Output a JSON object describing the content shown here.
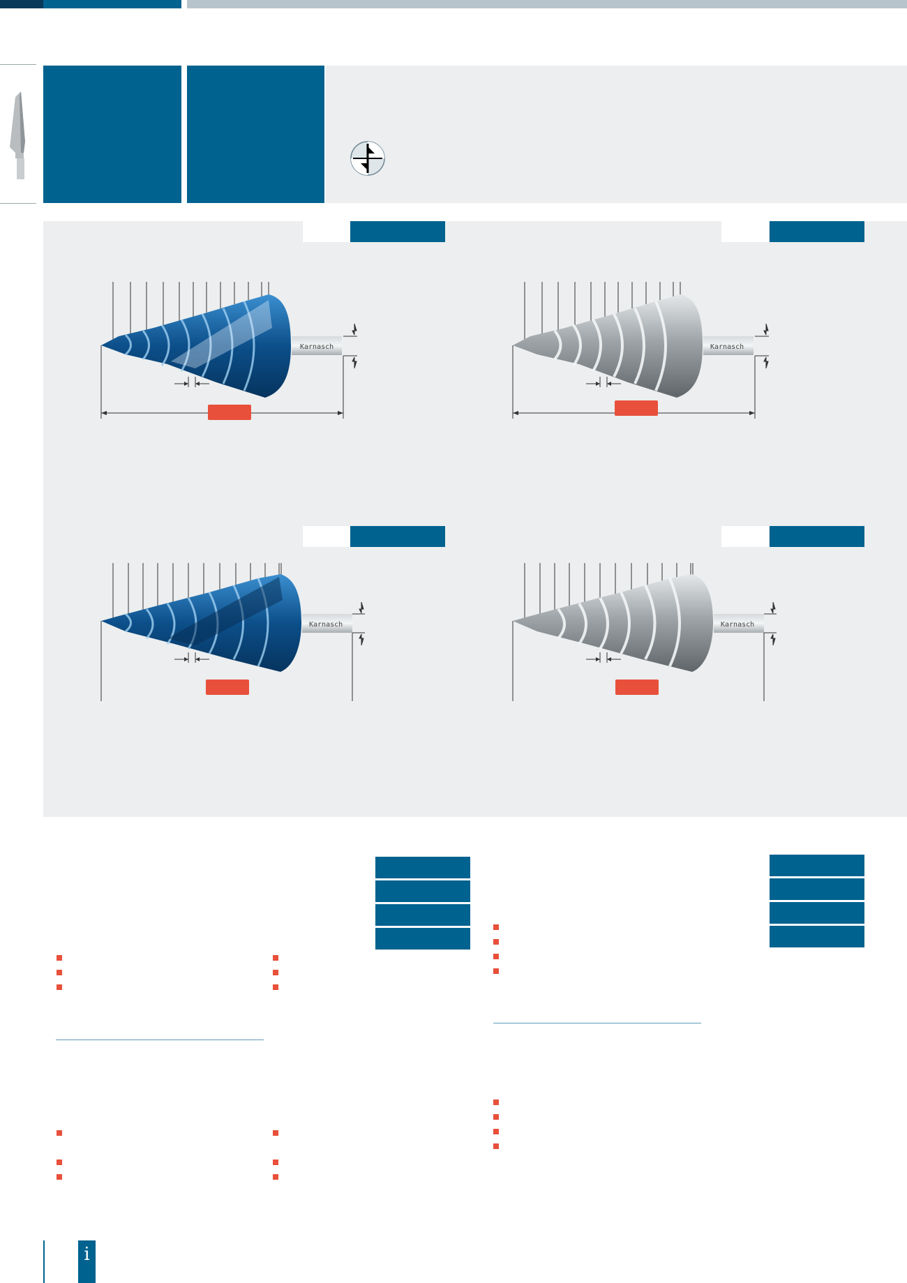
{
  "header": {
    "brand_on_shank": "Karnasch",
    "info_icon_glyph": "i"
  },
  "colors": {
    "brand_blue": "#00628f",
    "panel_gray": "#eceeef",
    "accent_red": "#e8503b",
    "steel_silver": "#b9bdc0",
    "coating_blue": "#1e6fb0"
  },
  "icons": {
    "material": "material-symbol-icon",
    "tool": "step-drill-icon",
    "info": "info-icon"
  },
  "products": [
    {
      "id": "blue-coated-short",
      "coating": "blue",
      "steps": 12
    },
    {
      "id": "bright-short",
      "coating": "bright",
      "steps": 12
    },
    {
      "id": "blue-coated-long",
      "coating": "blue",
      "steps": 13
    },
    {
      "id": "bright-long",
      "coating": "bright",
      "steps": 13
    }
  ]
}
